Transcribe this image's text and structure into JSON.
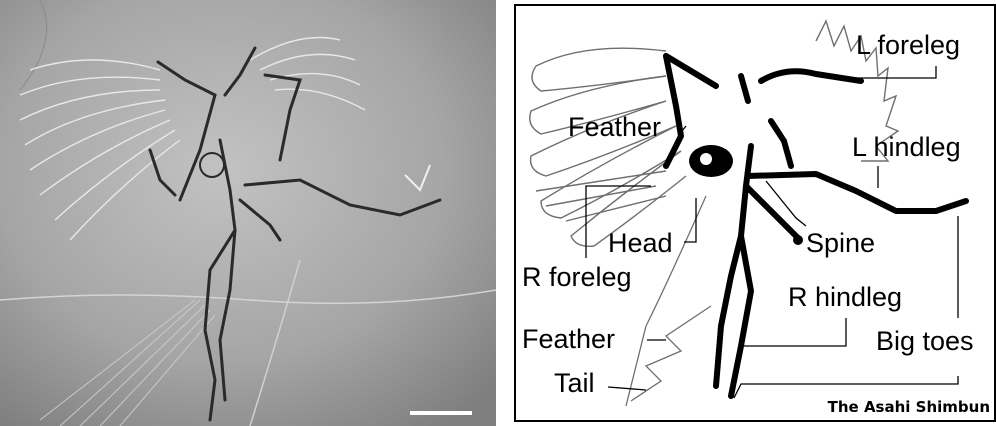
{
  "diagram": {
    "labels": {
      "l_foreleg": "L foreleg",
      "feather_top": "Feather",
      "l_hindleg": "L hindleg",
      "head": "Head",
      "spine": "Spine",
      "r_foreleg": "R foreleg",
      "r_hindleg": "R hindleg",
      "feather_bottom": "Feather",
      "big_toes": "Big toes",
      "tail": "Tail"
    },
    "credit": "The Asahi Shimbun"
  },
  "colors": {
    "fossil_bg": "#9a9a9a",
    "bone": "#000000",
    "feather_outline": "#6f6f6f"
  }
}
